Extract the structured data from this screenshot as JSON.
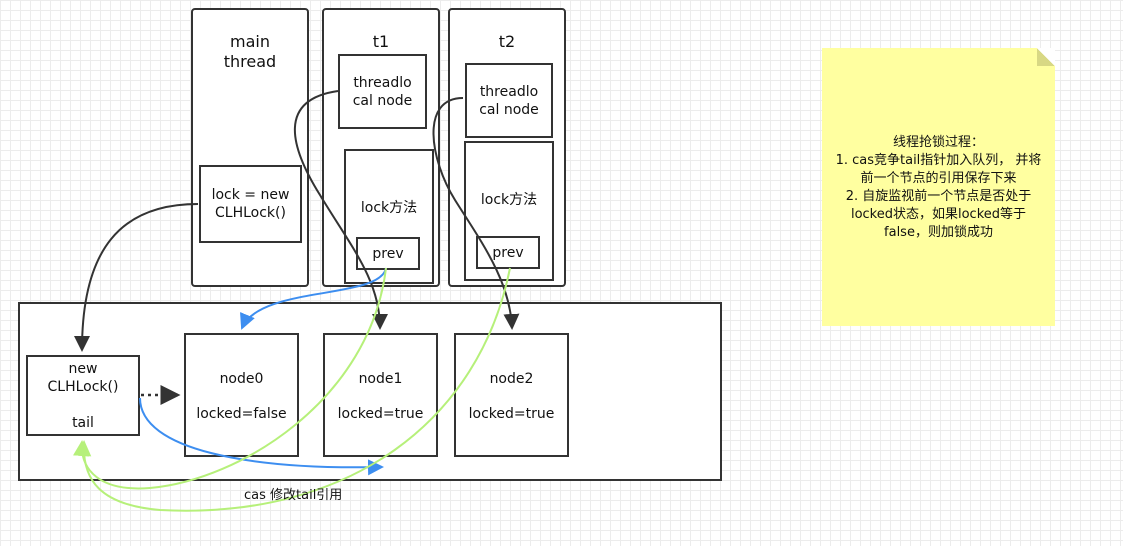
{
  "threads": {
    "main": {
      "title": "main\nthread",
      "lock_text": "lock = new\nCLHLock()"
    },
    "t1": {
      "title": "t1",
      "threadlocal": "threadlo\ncal node",
      "lock_method": "lock方法",
      "prev": "prev"
    },
    "t2": {
      "title": "t2",
      "threadlocal": "threadlo\ncal node",
      "lock_method": "lock方法",
      "prev": "prev"
    }
  },
  "clh": {
    "new_box": "new\nCLHLock()\n\ntail",
    "nodes": [
      {
        "name": "node0",
        "state": "locked=false"
      },
      {
        "name": "node1",
        "state": "locked=true"
      },
      {
        "name": "node2",
        "state": "locked=true"
      }
    ]
  },
  "cas_label": "cas 修改tail引用",
  "note": {
    "text": "线程抢锁过程：\n1. cas竞争tail指针加入队列， 并将前一个节点的引用保存下来\n2. 自旋监视前一个节点是否处于locked状态，如果locked等于false，则加锁成功"
  },
  "colors": {
    "arrow_dark": "#333333",
    "arrow_blue": "#3d8ef0",
    "arrow_green": "#b6f07a",
    "note_bg": "#ffffa0"
  }
}
